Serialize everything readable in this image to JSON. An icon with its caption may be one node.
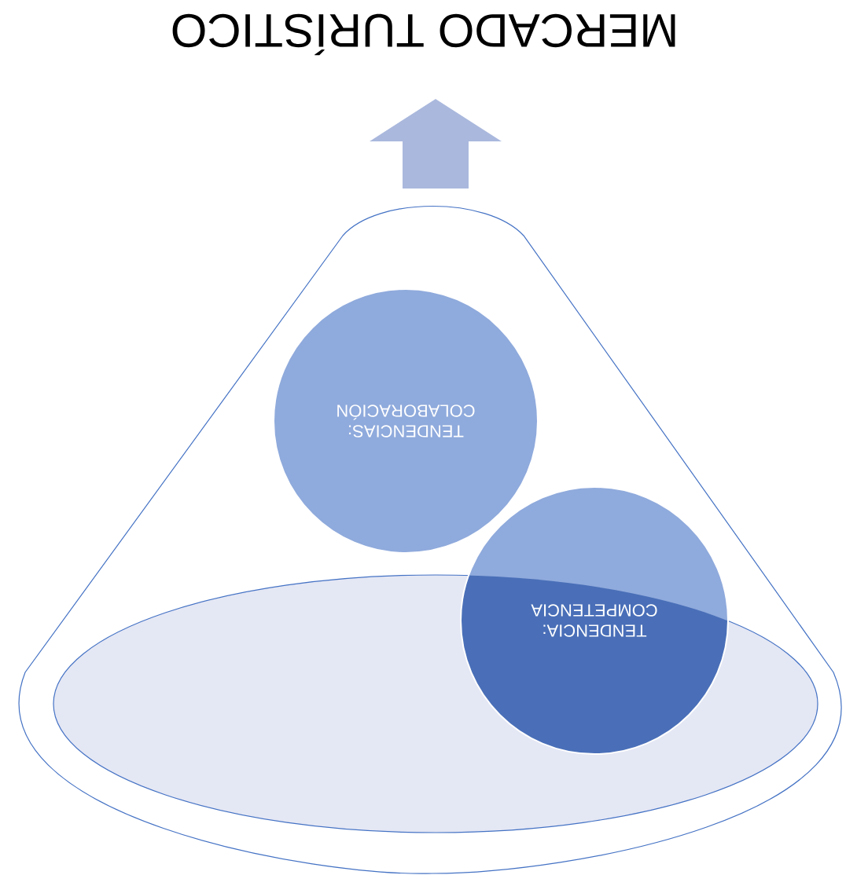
{
  "diagram": {
    "title": "MERCADO TURÍSTICO",
    "nodes": [
      {
        "text": [
          "TENDENCIAS: COLABORACIÓN"
        ]
      },
      {
        "text": [
          "TENDENCIA: COMPETENCIA"
        ]
      }
    ]
  }
}
